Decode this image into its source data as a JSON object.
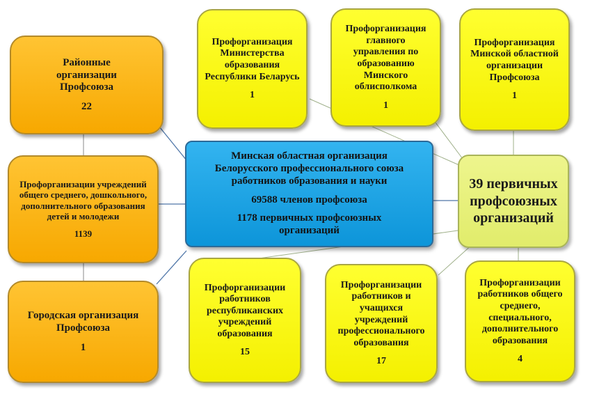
{
  "center": {
    "line1": "Минская областная организация",
    "line2": "Белорусского профессионального союза",
    "line3": "работников образования и науки",
    "members": "69588 членов профсоюза",
    "primary_orgs": "1178 первичных профсоюзных организаций"
  },
  "primary_box": {
    "label": "39 первичных профсоюзных организаций"
  },
  "boxes": {
    "district": {
      "label": "Районные организации Профсоюза",
      "count": "22"
    },
    "general_schools": {
      "label": "Профорганизации учреждений общего среднего, дошкольного, дополнительного образования детей и молодежи",
      "count": "1139"
    },
    "city": {
      "label": "Городская организация Профсоюза",
      "count": "1"
    },
    "ministry": {
      "label": "Профорганизация Министерства образования Республики Беларусь",
      "count": "1"
    },
    "main_department": {
      "label": "Профорганизация главного управления по образованию Минского облисполкома",
      "count": "1"
    },
    "regional": {
      "label": "Профорганизация Минской областной организации Профсоюза",
      "count": "1"
    },
    "republican": {
      "label": "Профорганизации работников республиканских учреждений образования",
      "count": "15"
    },
    "vocational": {
      "label": "Профорганизации работников и учащихся учреждений профессионального образования",
      "count": "17"
    },
    "general_workers": {
      "label": "Профорганизации работников общего среднего, специального, дополнительного образования",
      "count": "4"
    }
  },
  "colors": {
    "orange": "#f7a800",
    "yellow": "#ffff00",
    "blue": "#1aa3e6",
    "green": "#e6ef78",
    "connector_blue": "#4f76a8",
    "connector_green": "#9fb08a"
  }
}
